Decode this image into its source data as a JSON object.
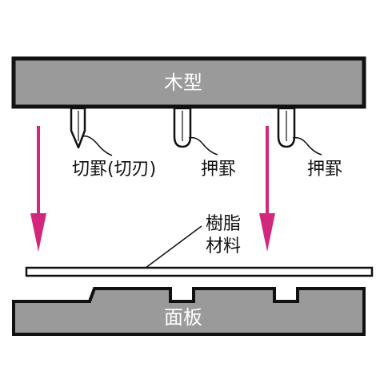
{
  "labels": {
    "die_board": "木型",
    "cutting_rule": "切罫(切刃)",
    "creasing_rule_1": "押罫",
    "creasing_rule_2": "押罫",
    "resin_material_line1": "樹脂",
    "resin_material_line2": "材料",
    "face_plate": "面板"
  },
  "colors": {
    "board_fill": "#9a9a9a",
    "outline": "#111111",
    "arrow": "#d2287c",
    "label_on_board": "#ffffff"
  }
}
